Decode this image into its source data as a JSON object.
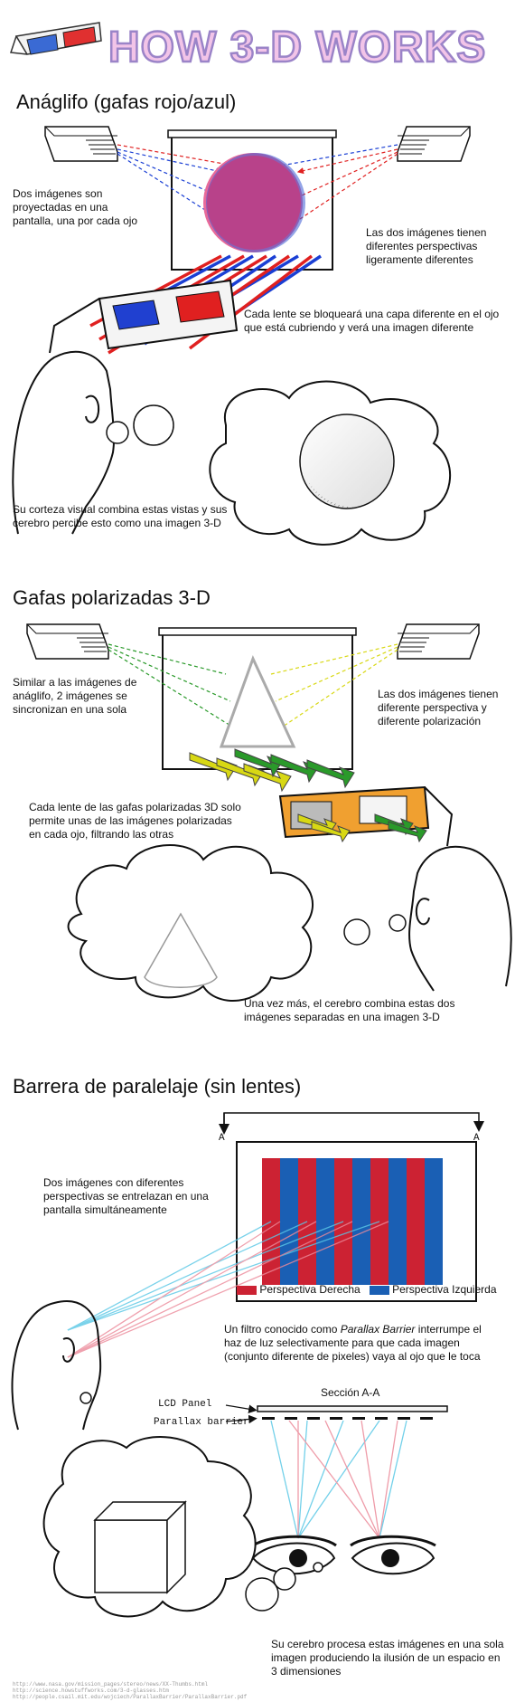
{
  "title": "HOW 3-D WORKS",
  "colors": {
    "red": "#cc2233",
    "blue": "#1a5fb4",
    "magenta": "#b8428a",
    "yellow": "#d8d814",
    "green": "#2a9a2a",
    "orange": "#f0a030",
    "title_fill": "#f2c4e8",
    "title_stroke": "#9b84c8"
  },
  "sections": {
    "anaglyph": {
      "heading": "Anáglifo (gafas rojo/azul)",
      "text_left": "Dos imágenes son proyectadas en una pantalla, una por cada ojo",
      "text_right": "Las dos imágenes tienen diferentes perspectivas ligeramente diferentes",
      "text_lens": "Cada lente se bloqueará una capa diferente en el ojo que está cubriendo y verá una imagen diferente",
      "text_brain": "Su corteza visual combina estas vistas  y sus cerebro percibe esto como una imagen 3-D"
    },
    "polarized": {
      "heading": "Gafas polarizadas 3-D",
      "text_left": "Similar a las imágenes de anáglifo, 2 imágenes se sincronizan en una sola",
      "text_right": "Las dos imágenes tienen diferente perspectiva y diferente polarización",
      "text_lens": "Cada lente de las gafas polarizadas 3D solo permite unas de las imágenes polarizadas en cada ojo, filtrando las otras",
      "text_brain": "Una vez más, el cerebro combina estas dos imágenes separadas en una imagen 3-D"
    },
    "parallax": {
      "heading": "Barrera de paralelaje (sin lentes)",
      "text_left": "Dos imágenes con diferentes perspectivas se entrelazan en una pantalla simultáneamente",
      "legend_right": "Perspectiva Derecha",
      "legend_left": "Perspectiva Izquierda",
      "filter_pre": "Un filtro conocido como ",
      "filter_em": "Parallax Barrier",
      "filter_post": " interrumpe el haz de luz selectivamente para que cada imagen (conjunto diferente de pixeles) vaya al ojo que le toca",
      "section_label": "Sección A-A",
      "lcd_label": "LCD Panel",
      "barrier_label": "Parallax barrier",
      "marker_a": "A",
      "text_brain": "Su cerebro procesa estas imágenes en una sola imagen produciendo la ilusión de un espacio en 3 dimensiones"
    }
  },
  "footer": [
    "http://www.nasa.gov/mission_pages/stereo/news/XX-Thumbs.html",
    "http://science.howstuffworks.com/3-d-glasses.htm",
    "http://people.csail.mit.edu/wojciech/ParallaxBarrier/ParallaxBarrier.pdf"
  ]
}
